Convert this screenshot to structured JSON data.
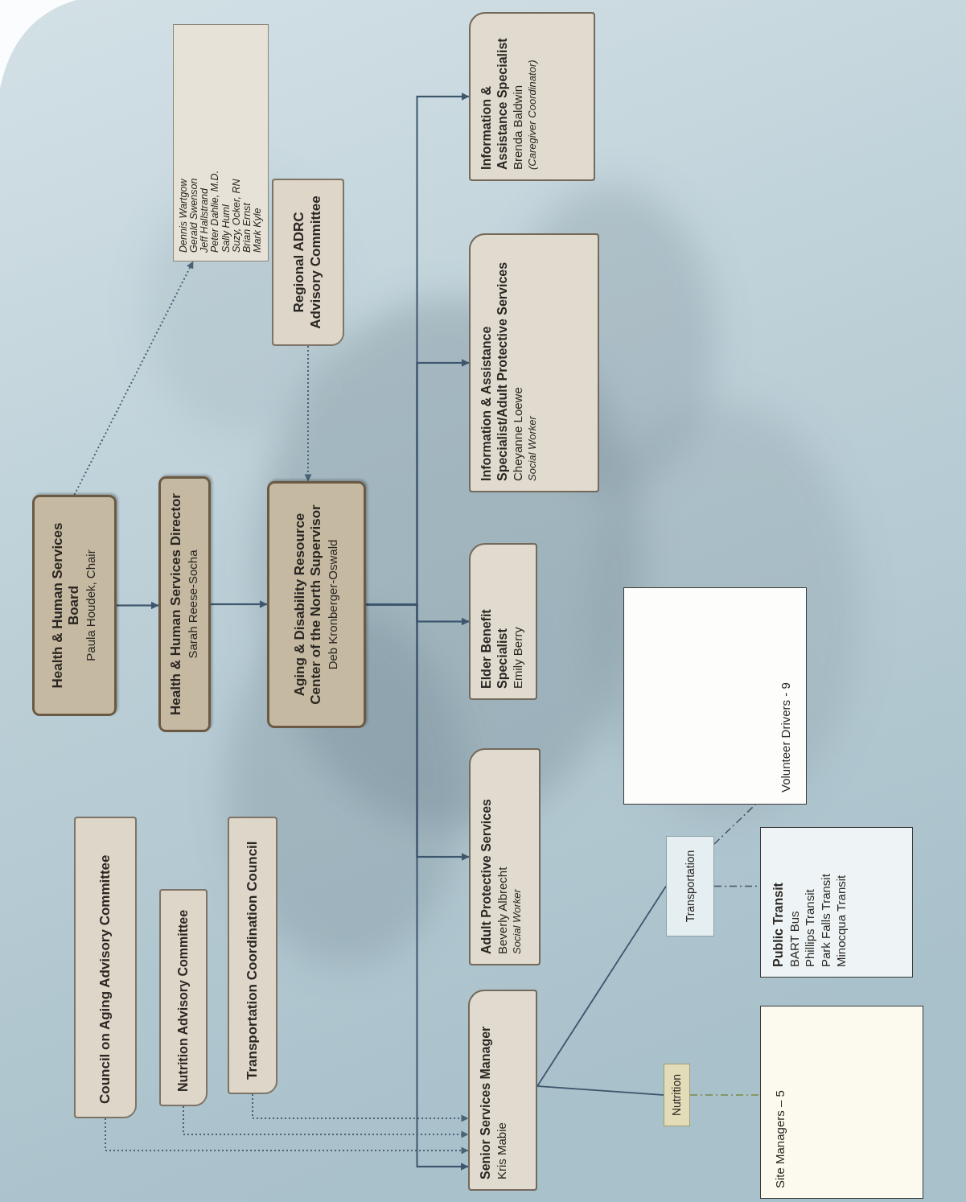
{
  "diagram": {
    "nodes": [
      {
        "text": [
          "Health & Human Services Board",
          "Paula Houdek, Chair"
        ]
      },
      {
        "text": [
          "Dennis Wartgow",
          "Gerald Swenson",
          "Jeff Hallstrand",
          "Peter Dahlie, M.D.",
          "Sally Huml",
          "Suzy, Ocker, RN",
          "Brian Ernst",
          "Mark Kyle"
        ]
      },
      {
        "text": [
          "Health & Human Services Director",
          "Sarah Reese-Socha"
        ]
      },
      {
        "text": [
          "Regional ADRC Advisory Committee"
        ]
      },
      {
        "text": [
          "Aging & Disability Resource Center of the North Supervisor",
          "Deb Kronberger-Oswald"
        ]
      },
      {
        "text": [
          "Council on Aging Advisory Committee"
        ]
      },
      {
        "text": [
          "Nutrition Advisory Committee"
        ]
      },
      {
        "text": [
          "Transportation Coordination Council"
        ]
      },
      {
        "text": [
          "Senior Services Manager",
          "Kris Mabie"
        ]
      },
      {
        "text": [
          "Adult Protective Services",
          "Beverly Albrecht",
          "Social Worker"
        ]
      },
      {
        "text": [
          "Elder Benefit Specialist",
          "Emily Berry"
        ]
      },
      {
        "text": [
          "Information & Assistance Specialist/Adult Protective Services",
          "Cheyanne Loewe",
          "Social Worker"
        ]
      },
      {
        "text": [
          "Information & Assistance Specialist",
          "Brenda Baldwin",
          "(Caregiver Coordinator)"
        ]
      },
      {
        "text": [
          "Nutrition"
        ]
      },
      {
        "text": [
          "Transportation"
        ]
      },
      {
        "text": [
          "Site Managers – 5"
        ]
      },
      {
        "text": [
          "Public Transit",
          "BART Bus",
          "Phillips Transit",
          "Park Falls Transit",
          "Minocqua Transit"
        ]
      },
      {
        "text": [
          "Volunteer Drivers - 9"
        ]
      }
    ],
    "edges": [
      {
        "from": 0,
        "to": 2,
        "arrow": "to"
      },
      {
        "from": 0,
        "to": 1,
        "arrow": "to"
      },
      {
        "from": 2,
        "to": 4,
        "arrow": "to"
      },
      {
        "from": 3,
        "to": 4,
        "arrow": "to"
      },
      {
        "from": 4,
        "to": 8,
        "arrow": "to"
      },
      {
        "from": 4,
        "to": 9,
        "arrow": "to"
      },
      {
        "from": 4,
        "to": 10,
        "arrow": "to"
      },
      {
        "from": 4,
        "to": 11,
        "arrow": "to"
      },
      {
        "from": 4,
        "to": 12,
        "arrow": "to"
      },
      {
        "from": 5,
        "to": 8,
        "arrow": "to"
      },
      {
        "from": 6,
        "to": 8,
        "arrow": "to"
      },
      {
        "from": 7,
        "to": 8,
        "arrow": "to"
      },
      {
        "from": 8,
        "to": 13,
        "arrow": "none"
      },
      {
        "from": 8,
        "to": 14,
        "arrow": "none"
      },
      {
        "from": 13,
        "to": 15,
        "arrow": "none"
      },
      {
        "from": 14,
        "to": 16,
        "arrow": "none"
      },
      {
        "from": 14,
        "to": 17,
        "arrow": "none"
      }
    ]
  }
}
